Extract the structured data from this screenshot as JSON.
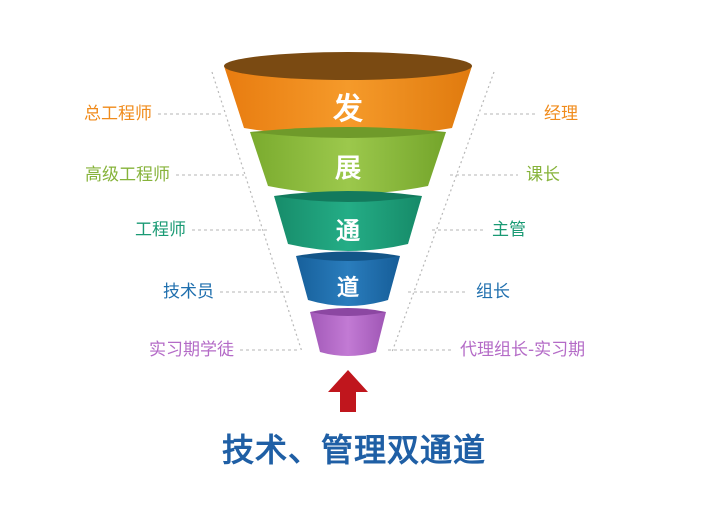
{
  "funnel": {
    "stage_chars": [
      "发",
      "展",
      "通",
      "道",
      ""
    ],
    "colors": [
      "#f08b1b",
      "#8cb93f",
      "#1e9f7a",
      "#1f6fae",
      "#b46bc7"
    ],
    "left_labels": [
      "总工程师",
      "高级工程师",
      "工程师",
      "技术员",
      "实习期学徒"
    ],
    "right_labels": [
      "经理",
      "课长",
      "主管",
      "组长",
      "代理组长-实习期"
    ]
  },
  "arrow_color": "#c0161d",
  "caption": "技术、管理双通道"
}
